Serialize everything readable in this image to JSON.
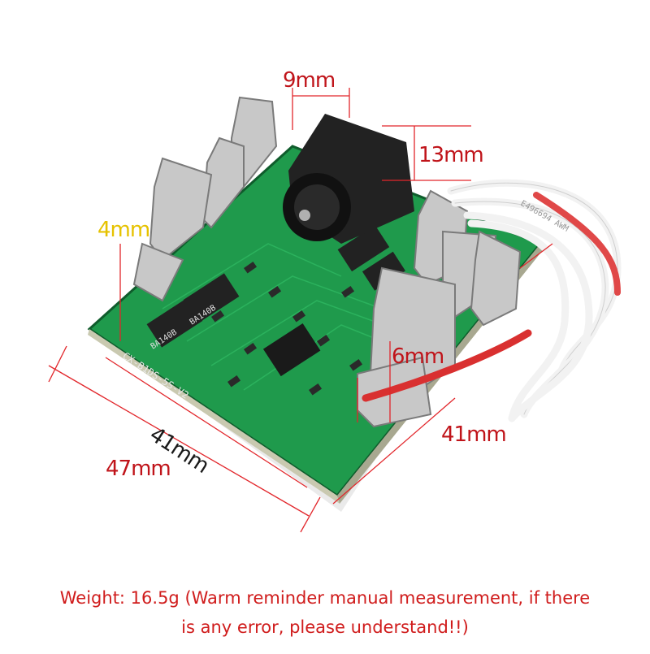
{
  "product": {
    "board_marking": "CX-B1DS-5S-V2",
    "chip_markings": [
      "BA140B",
      "BA140B"
    ],
    "wire_marking": "E496694 AWM"
  },
  "dimensions": {
    "top_width": "9mm",
    "connector_height": "13mm",
    "left_offset": "4mm",
    "clip_gap": "6mm",
    "inner_length": "41mm",
    "outer_length": "47mm",
    "side_length": "41mm"
  },
  "caption": {
    "line1": "Weight: 16.5g (Warm reminder manual measurement, if there",
    "line2": "is any error, please understand!!)"
  },
  "colors": {
    "dimension_text": "#c0141a",
    "dimension_line": "#e2262b",
    "highlight_text": "#e6c200",
    "pcb": "#1f9a4c",
    "caption_text": "#d01c1c"
  }
}
